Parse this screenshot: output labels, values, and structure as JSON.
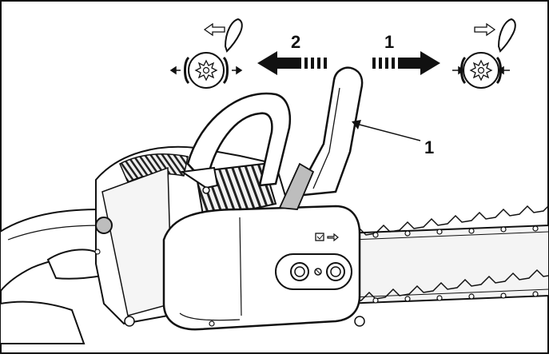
{
  "figure": {
    "callouts": {
      "arrow_right_number": "1",
      "arrow_left_number": "2",
      "handguard_number": "1"
    },
    "brake_states": [
      {
        "name": "left-drum",
        "direction": "release"
      },
      {
        "name": "right-drum",
        "direction": "engage"
      }
    ],
    "icon_names": [
      "chain-brake-hand-guard",
      "brake-drum-icon",
      "chain-direction-icon",
      "arrow-left",
      "arrow-right"
    ],
    "colors": {
      "line": "#111111",
      "fill_light": "#e6e6e6",
      "fill_mid": "#bdbdbd",
      "background": "#ffffff"
    }
  }
}
